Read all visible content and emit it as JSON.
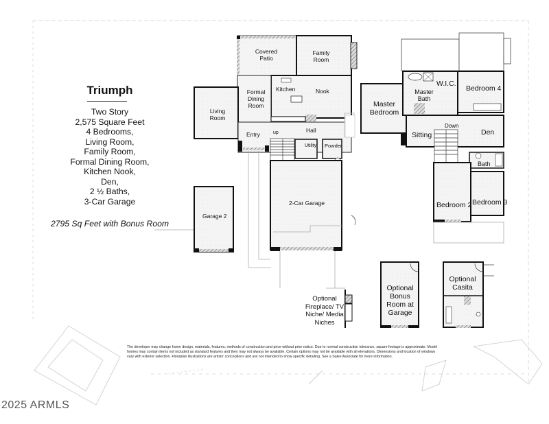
{
  "plan": {
    "name": "Triumph",
    "features": [
      "Two Story",
      "2,575 Square Feet",
      "4 Bedrooms,",
      "Living Room,",
      "Family Room,",
      "Formal Dining Room,",
      "Kitchen Nook,",
      "Den,",
      "2 ½ Baths,",
      "3-Car Garage"
    ],
    "bonus_note": "2795 Sq Feet with Bonus Room"
  },
  "first_floor": {
    "rooms": {
      "covered_patio": "Covered Patio",
      "family_room": "Family Room",
      "kitchen": "Kitchen",
      "formal_dining_room": "Formal Dining Room",
      "nook": "Nook",
      "living_room": "Living Room",
      "entry": "Entry",
      "up": "up",
      "hall": "Hall",
      "utility": "Utility",
      "powder": "Powder",
      "garage_2car": "2-Car Garage",
      "garage_2": "Garage 2"
    }
  },
  "second_floor": {
    "rooms": {
      "master_bedroom": "Master Bedroom",
      "master_bath": "Master Bath",
      "wic": "W.I.C.",
      "bedroom_4": "Bedroom 4",
      "sitting": "Sitting",
      "down": "Down",
      "den": "Den",
      "bath": "Bath",
      "bedroom_2": "Bedroom 2",
      "bedroom_3": "Bedroom 3"
    }
  },
  "options": {
    "fireplace": "Optional Fireplace/ TV Niche/ Media Niches",
    "bonus_room": "Optional Bonus Room at Garage",
    "casita": "Optional Casita"
  },
  "disclaimer": {
    "lines": [
      "The developer may change home design, materials, features, methods of construction and price without prior notice. Due to normal construction tolerance, square footage is approximate. Model",
      "homes may contain items not included as standard features and they may not always be available. Certain options may not be available with all elevations. Dimensions and location of windows",
      "vary with exterior selection. Floorplan illustrations are artists' conceptions and are not intended to show specific detailing. See a Sales Associate for more information."
    ]
  },
  "watermark": "2025 ARMLS",
  "colors": {
    "wall": "#1a1a1a",
    "floor_fill": "#f3f3f3",
    "hatch": "#777777",
    "background": "#ffffff"
  }
}
